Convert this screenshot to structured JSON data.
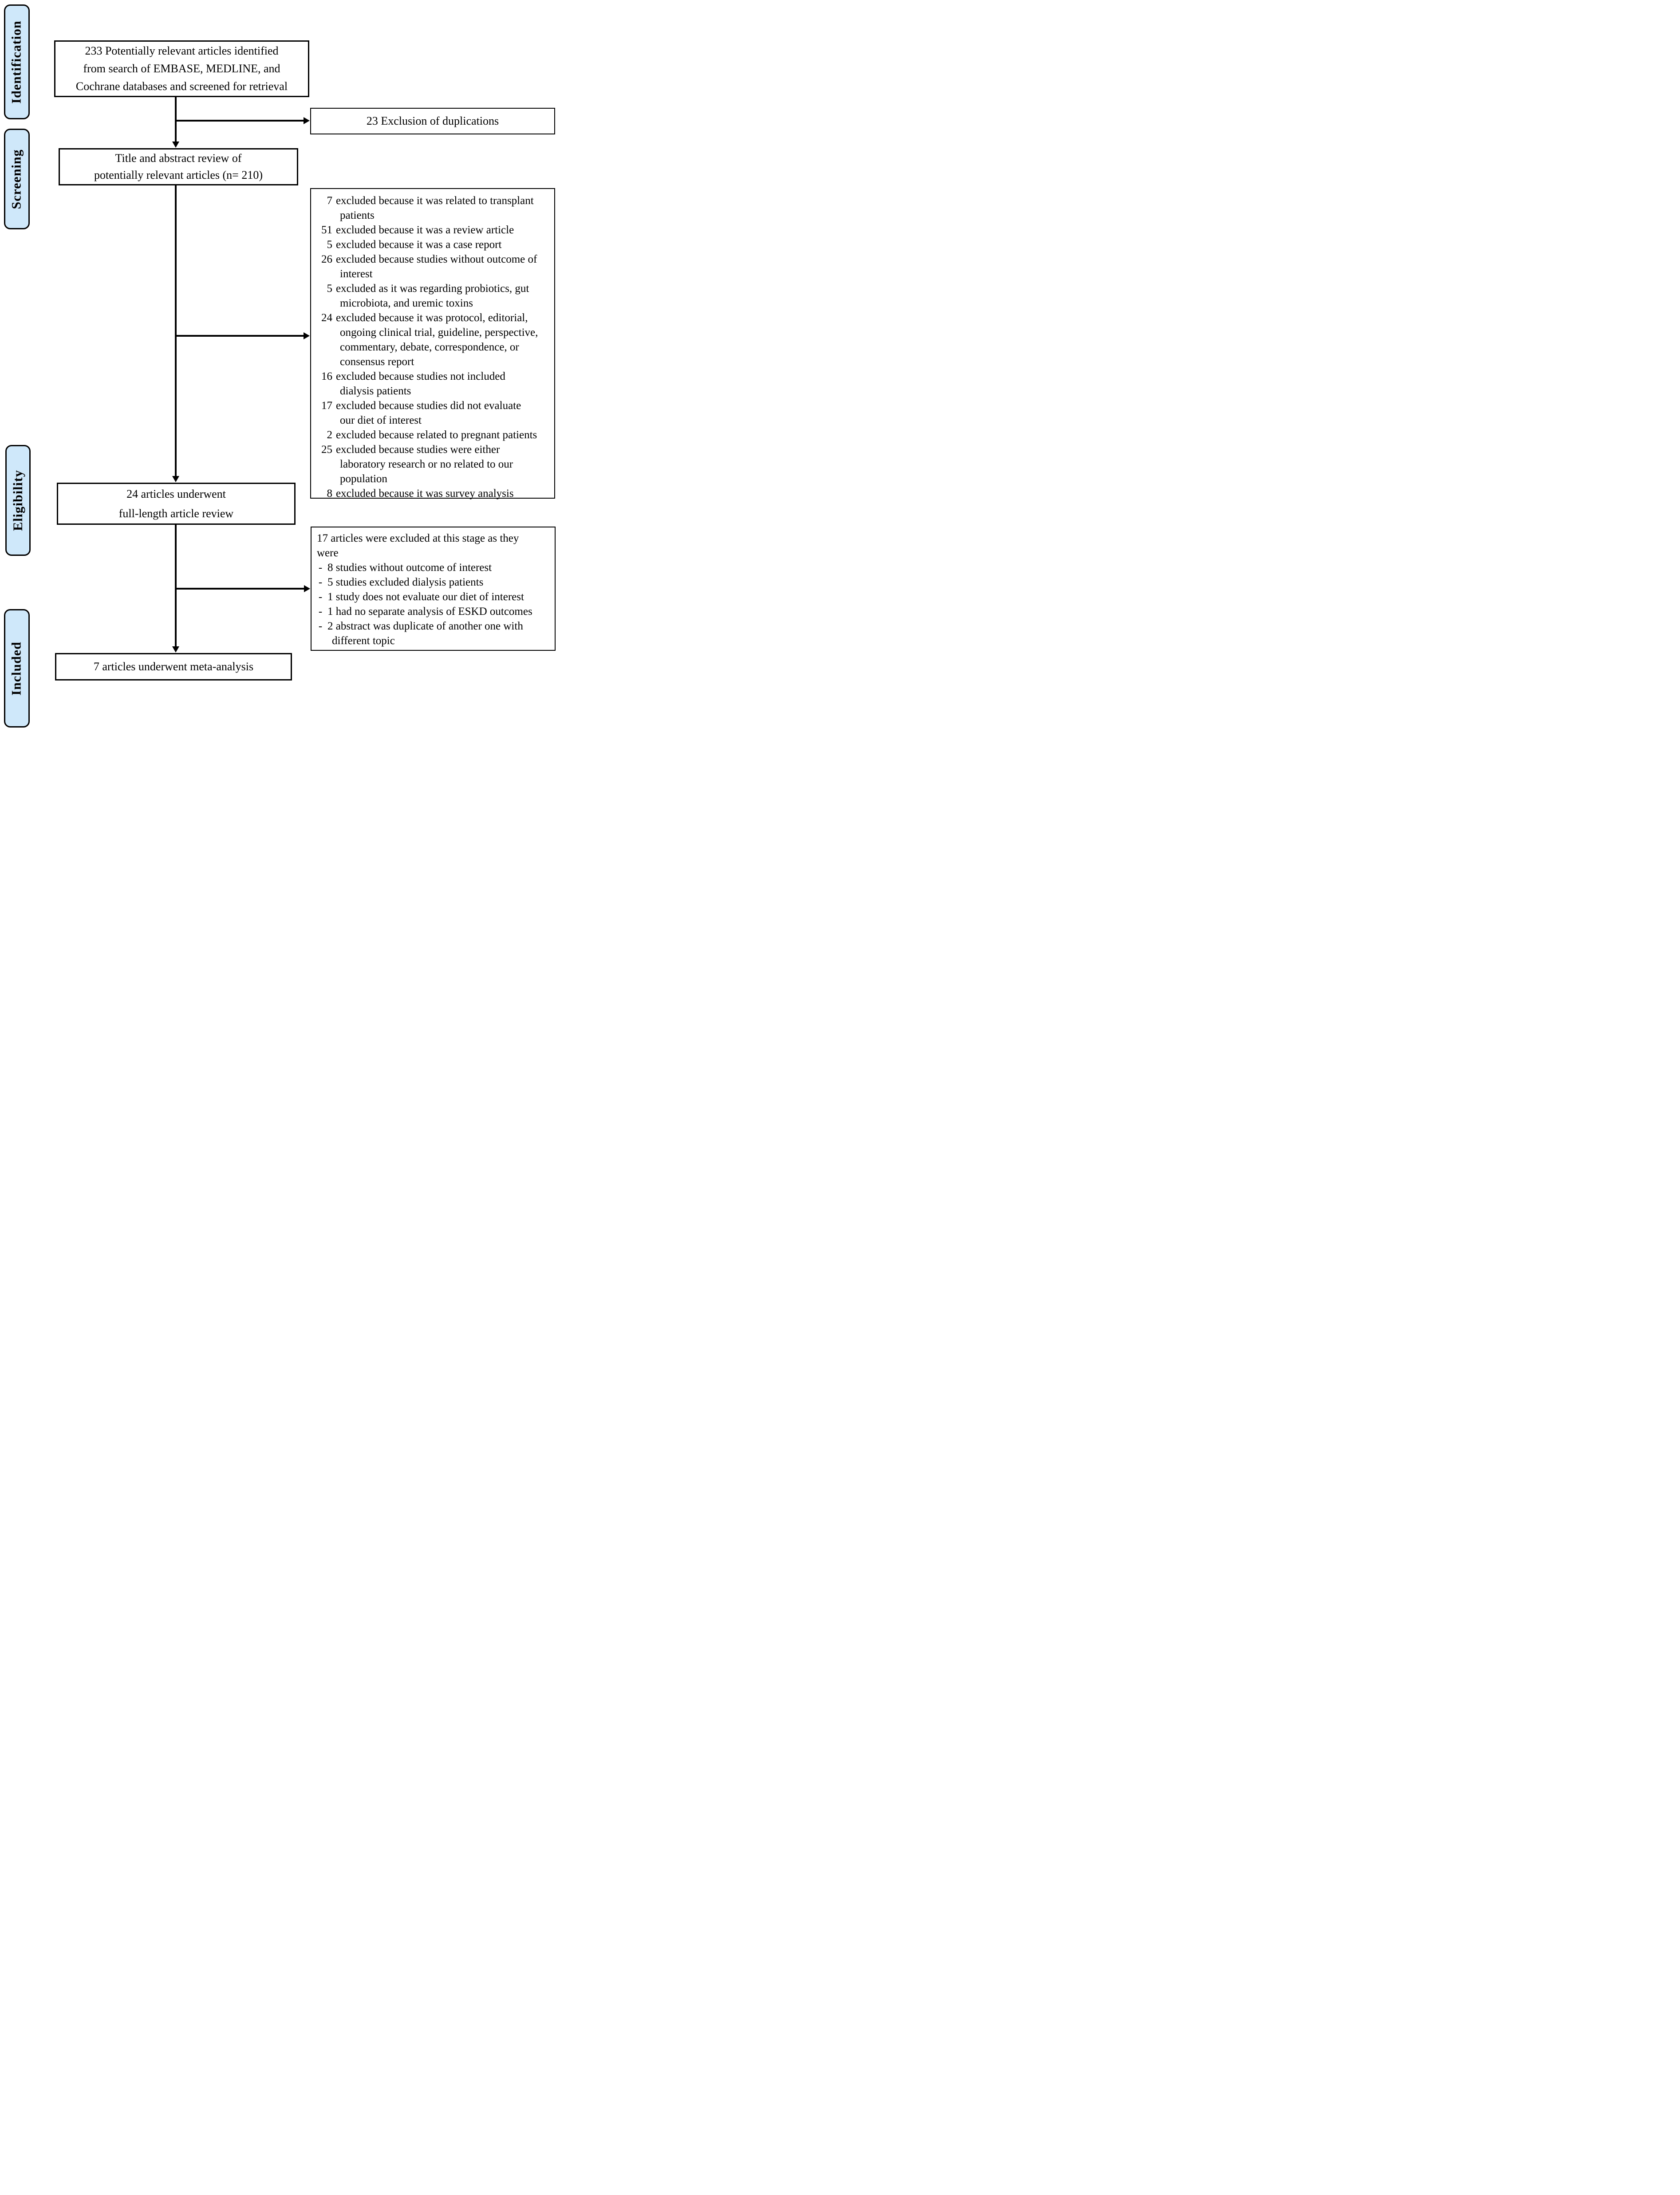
{
  "page": {
    "background": "#ffffff"
  },
  "colors": {
    "stage_fill": "#cfe8fa",
    "border": "#000000",
    "text": "#000000",
    "arrow": "#000000"
  },
  "stages": {
    "identification": "Identification",
    "screening": "Screening",
    "eligibility": "Eligibility",
    "included": "Included"
  },
  "boxes": {
    "identified": {
      "lines": [
        "233 Potentially relevant articles identified",
        "from search of EMBASE, MEDLINE, and",
        "Cochrane databases and screened for retrieval"
      ]
    },
    "duplications": {
      "text": "23 Exclusion of duplications"
    },
    "title_abstract": {
      "lines": [
        "Title and abstract review of",
        "potentially relevant articles (n= 210)"
      ]
    },
    "screening_exclusions": {
      "items": [
        {
          "n": "7",
          "lines": [
            "excluded because it was related to transplant",
            "patients"
          ]
        },
        {
          "n": "51",
          "lines": [
            "excluded because it was a review article"
          ]
        },
        {
          "n": "5",
          "lines": [
            "excluded because it was a case report"
          ]
        },
        {
          "n": "26",
          "lines": [
            "excluded because studies without outcome of",
            "interest"
          ]
        },
        {
          "n": "5",
          "lines": [
            "excluded as it was regarding probiotics, gut",
            "microbiota, and uremic toxins"
          ]
        },
        {
          "n": "24",
          "lines": [
            "excluded because it was protocol, editorial,",
            "ongoing clinical trial, guideline, perspective,",
            "commentary, debate, correspondence, or",
            "consensus report"
          ]
        },
        {
          "n": "16",
          "lines": [
            "excluded because studies not included",
            "dialysis patients"
          ]
        },
        {
          "n": "17",
          "lines": [
            "excluded because studies did not evaluate",
            "our diet of interest"
          ]
        },
        {
          "n": "2",
          "lines": [
            "excluded because related to pregnant patients"
          ]
        },
        {
          "n": "25",
          "lines": [
            "excluded because studies were either",
            "laboratory research or no related to our",
            "population"
          ]
        },
        {
          "n": "8",
          "lines": [
            "excluded because it was survey analysis"
          ]
        }
      ]
    },
    "full_length": {
      "lines": [
        "24 articles underwent",
        "full-length article review"
      ]
    },
    "full_length_exclusions": {
      "dash": "-",
      "header_lines": [
        "17 articles were excluded at this stage as they",
        "were"
      ],
      "items": [
        {
          "lines": [
            "8 studies without outcome of interest"
          ]
        },
        {
          "lines": [
            "5 studies excluded dialysis patients"
          ]
        },
        {
          "lines": [
            "1 study does not evaluate our diet of interest"
          ]
        },
        {
          "lines": [
            "1 had no separate analysis of ESKD outcomes"
          ]
        },
        {
          "lines": [
            "2 abstract was duplicate of another one with",
            "different topic"
          ]
        }
      ]
    },
    "meta_analysis": {
      "text": "7 articles underwent meta-analysis"
    }
  }
}
